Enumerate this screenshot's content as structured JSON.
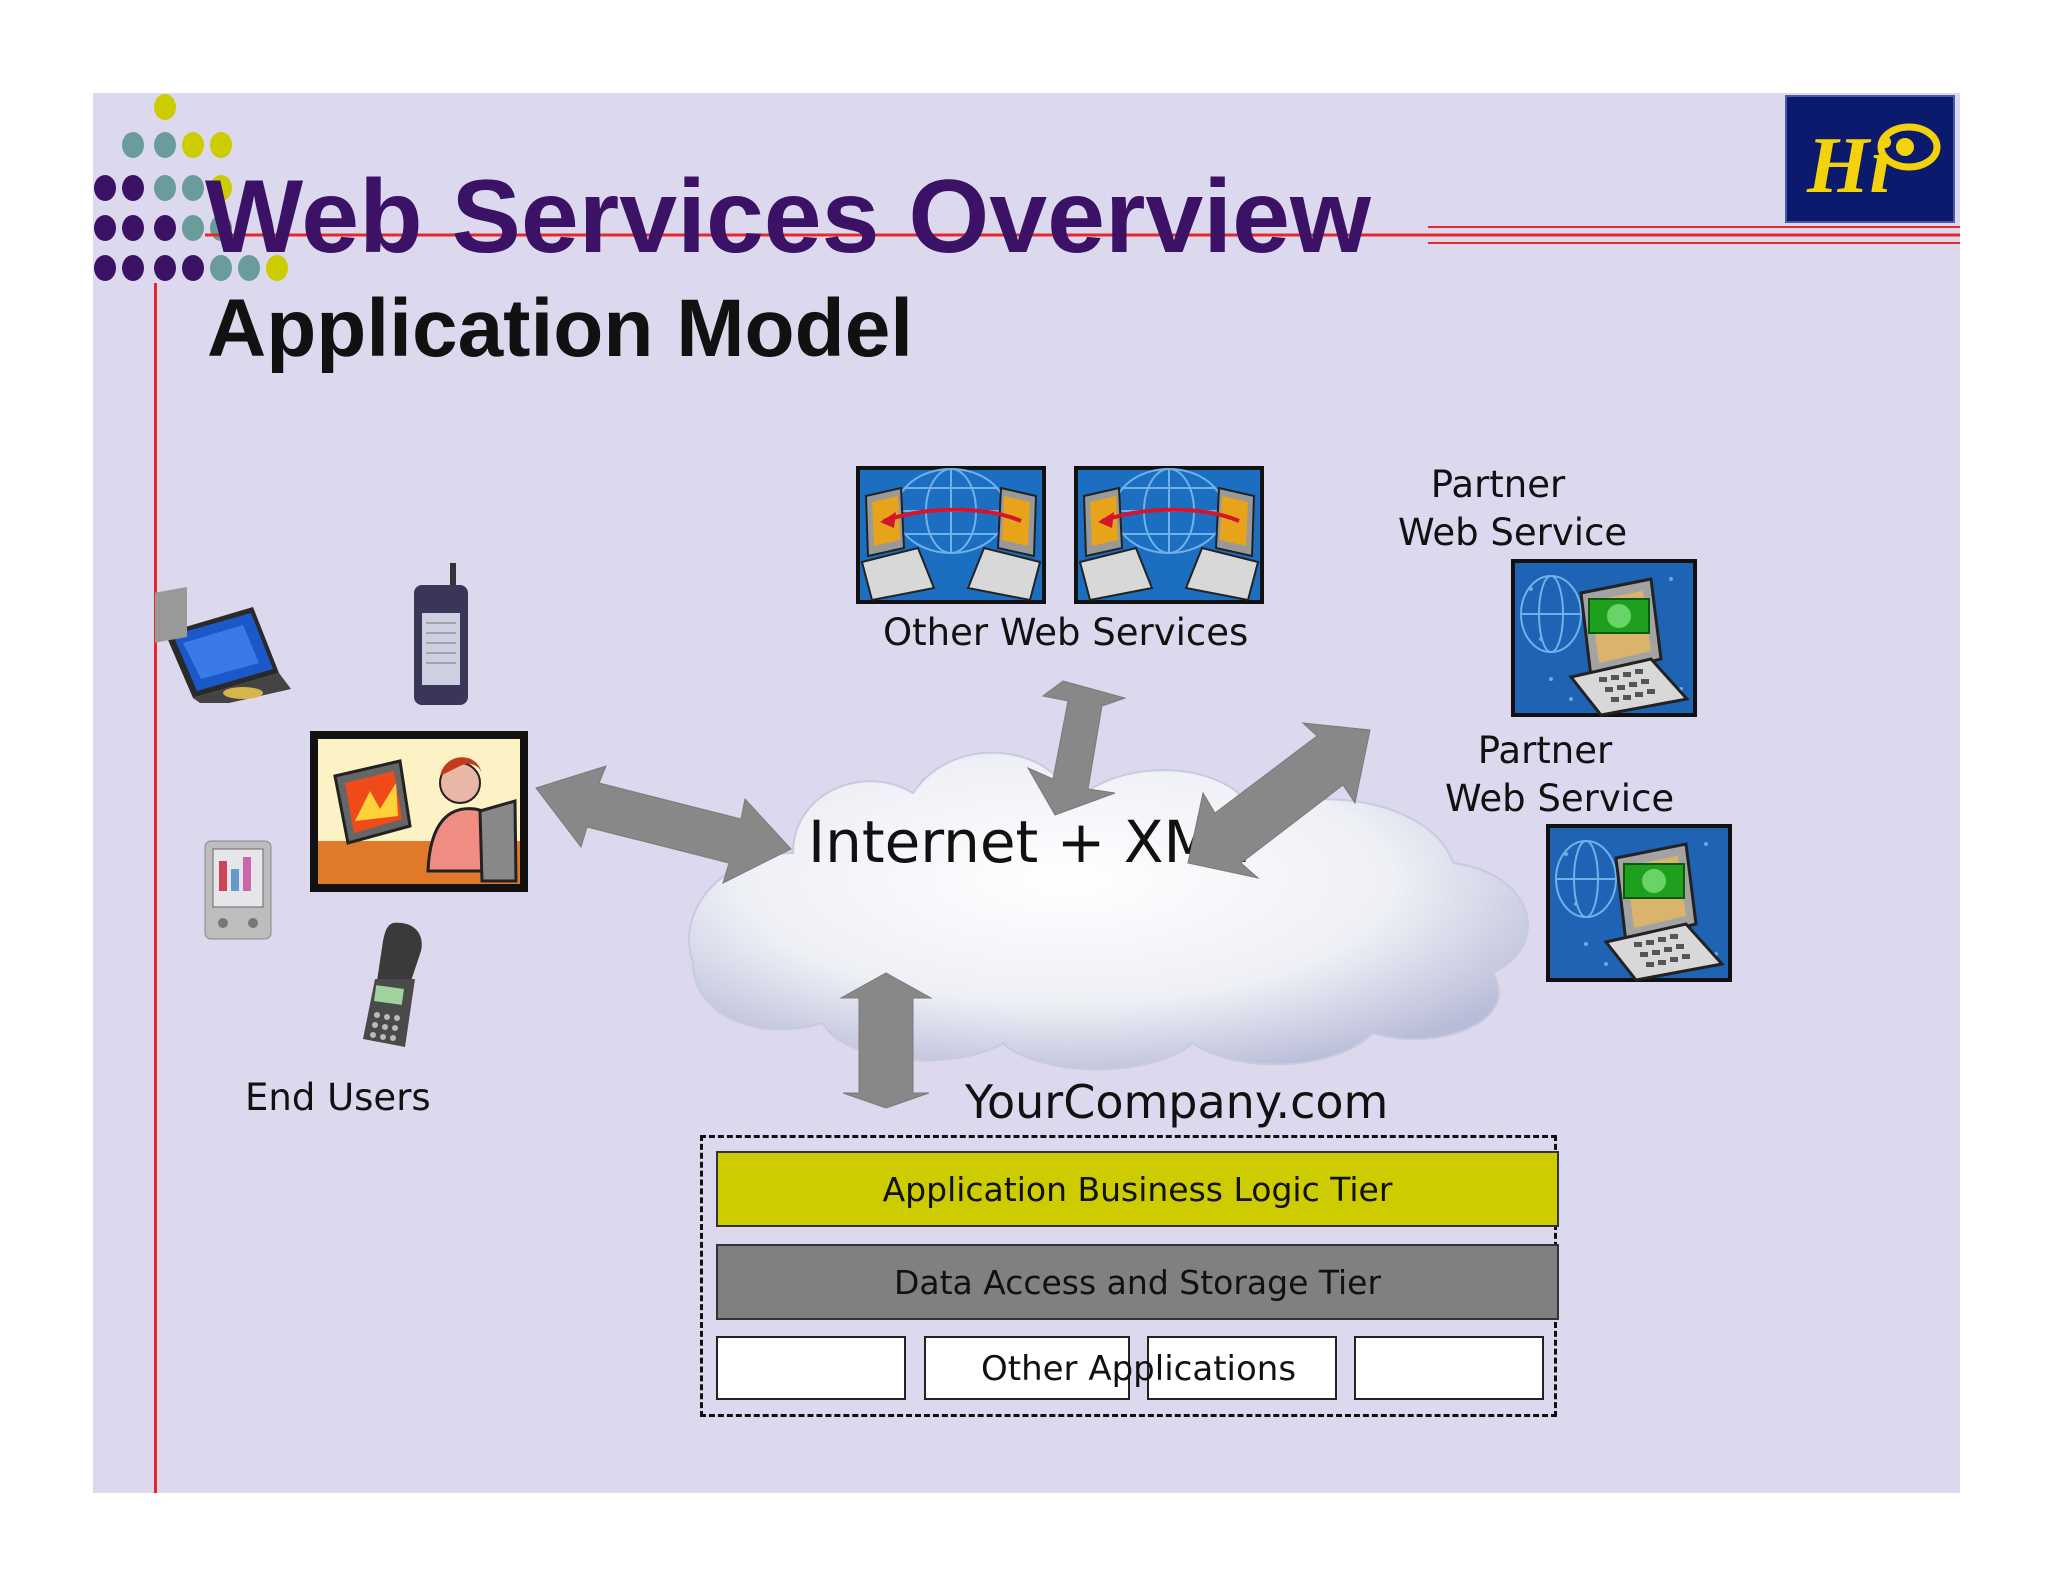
{
  "slide": {
    "title": "Web Services Overview",
    "subtitle": "Application Model"
  },
  "colors": {
    "background": "#dcd9ee",
    "title": "#3b1266",
    "accent_red": "#e8262b",
    "dot_purple": "#3b1266",
    "dot_teal": "#6b9c9c",
    "dot_yellow": "#cccc00",
    "business_tier": "#cccc00",
    "data_tier": "#808080",
    "arrow_gray": "#888888",
    "logo_bg": "#0c1a6e",
    "logo_fg": "#f2d20b"
  },
  "diagram": {
    "cloud_label": "Internet + XML",
    "other_web_services": "Other Web Services",
    "partner_1": [
      "Partner",
      "Web Service"
    ],
    "partner_2": [
      "Partner",
      "Web Service"
    ],
    "end_users": "End Users",
    "company": "YourCompany.com",
    "tiers": {
      "business": "Application Business Logic Tier",
      "data": "Data Access and Storage Tier",
      "other": "Other Applications"
    }
  },
  "icons": {
    "logo": "hi-logo-icon",
    "laptop": "laptop-icon",
    "pda_phone": "pda-phone-icon",
    "user_workstation": "user-at-computer-icon",
    "handheld": "handheld-pda-icon",
    "flip_phone": "flip-phone-icon",
    "web_service": "web-service-computers-icon",
    "partner_service": "partner-service-computer-icon",
    "cloud": "cloud-icon"
  }
}
